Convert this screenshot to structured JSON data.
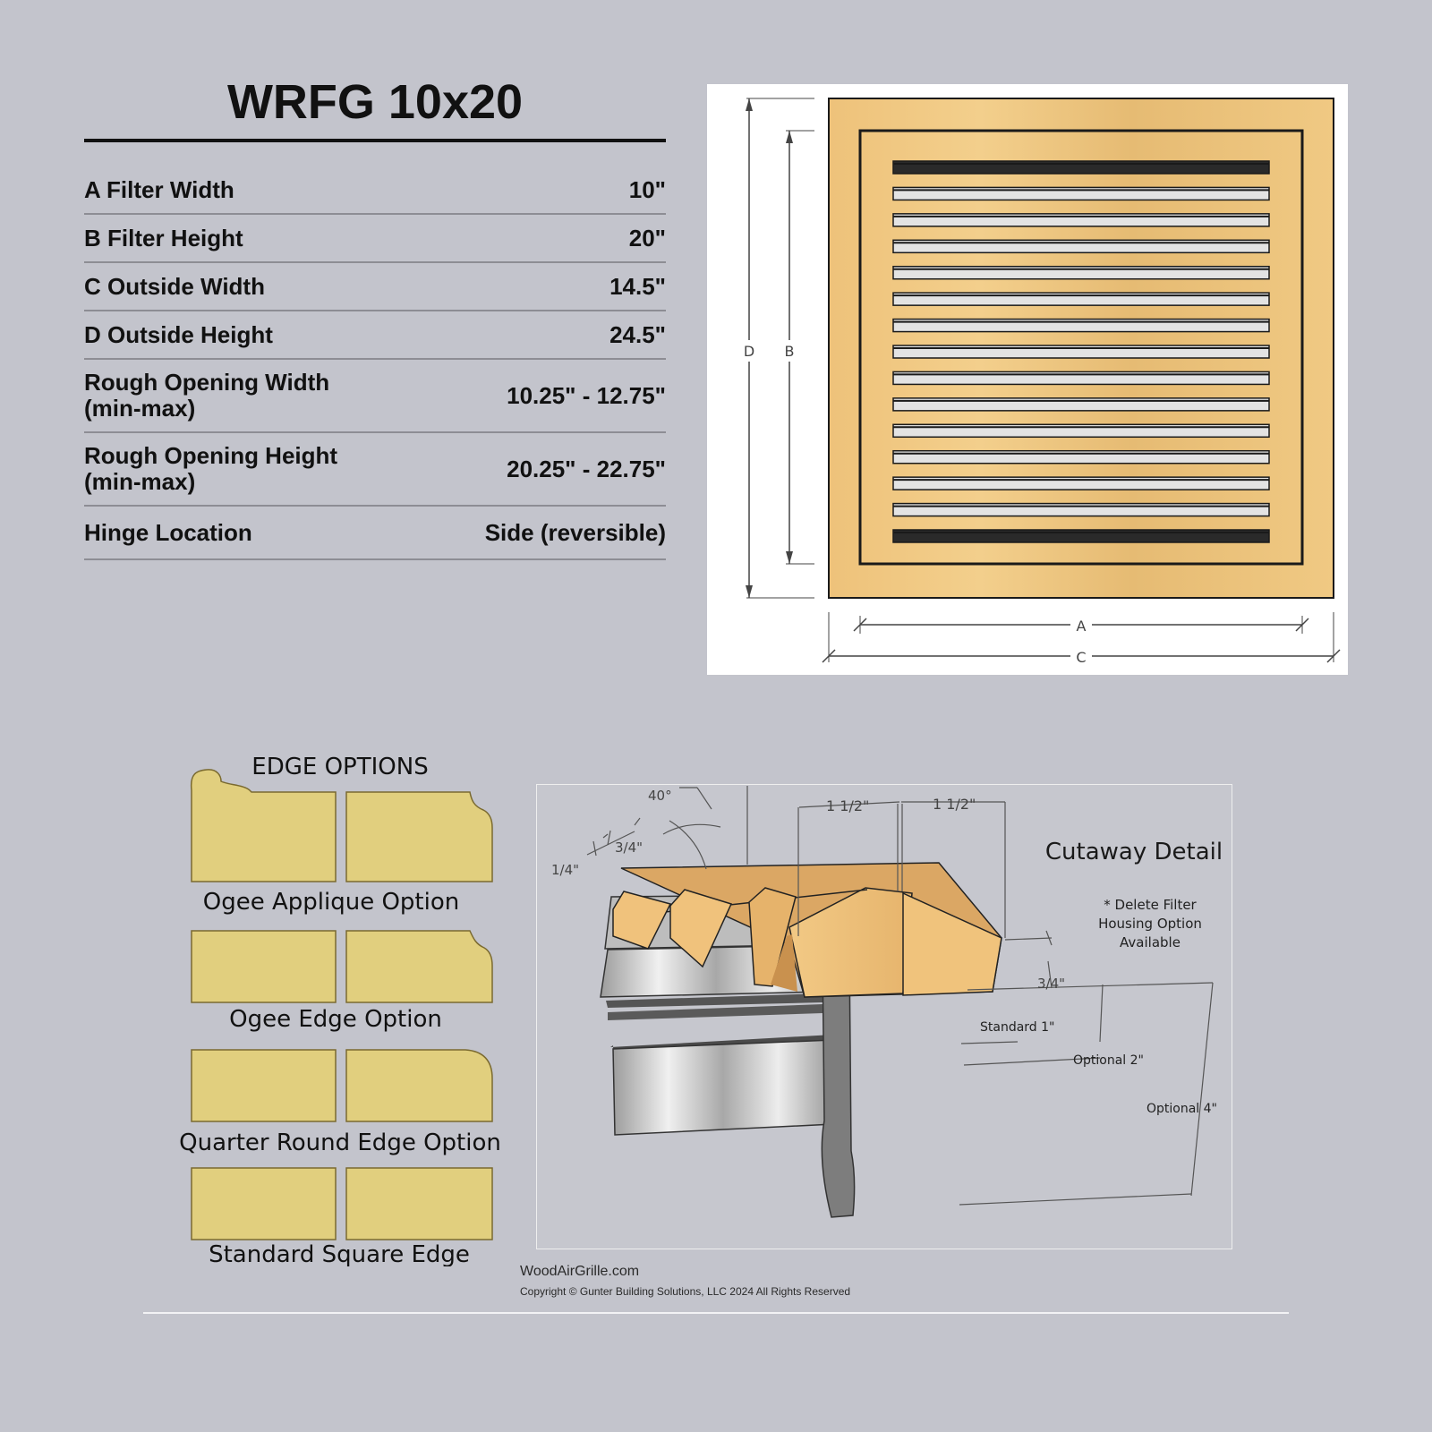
{
  "header": {
    "title": "WRFG 10x20"
  },
  "specs": [
    {
      "label": "A Filter Width",
      "value": "10\""
    },
    {
      "label": "B Filter Height",
      "value": "20\""
    },
    {
      "label": "C Outside Width",
      "value": "14.5\""
    },
    {
      "label": "D Outside Height",
      "value": "24.5\""
    },
    {
      "label": "Rough Opening Width\n(min-max)",
      "value": "10.25\" - 12.75\""
    },
    {
      "label": "Rough Opening Height\n(min-max)",
      "value": "20.25\" - 22.75\""
    },
    {
      "label": "Hinge Location",
      "value": "Side (reversible)"
    }
  ],
  "drawing": {
    "dim_labels": {
      "a": "A",
      "b": "B",
      "c": "C",
      "d": "D"
    },
    "slat_count": 15,
    "wood_color": "#e9c079",
    "frame_line_color": "#1a1a1a"
  },
  "edge_options": {
    "heading": "EDGE OPTIONS",
    "profile_color": "#e1cf7e",
    "options": [
      {
        "label": "Ogee Applique Option"
      },
      {
        "label": "Ogee Edge Option"
      },
      {
        "label": "Quarter Round Edge Option"
      },
      {
        "label": "Standard Square Edge"
      }
    ]
  },
  "cutaway": {
    "title": "Cutaway Detail",
    "note_lines": [
      "* Delete Filter",
      "Housing Option",
      "Available"
    ],
    "angle": "40°",
    "dims": {
      "quarter": "1/4\"",
      "three_quarter_top": "3/4\"",
      "one_half_left": "1 1/2\"",
      "one_half_right": "1 1/2\"",
      "three_quarter_side": "3/4\"",
      "standard": "Standard 1\"",
      "optional2": "Optional 2\"",
      "optional4": "Optional 4\""
    }
  },
  "footer": {
    "site": "WoodAirGrille.com",
    "copyright": "Copyright ©  Gunter Building Solutions, LLC 2024 All Rights Reserved"
  }
}
